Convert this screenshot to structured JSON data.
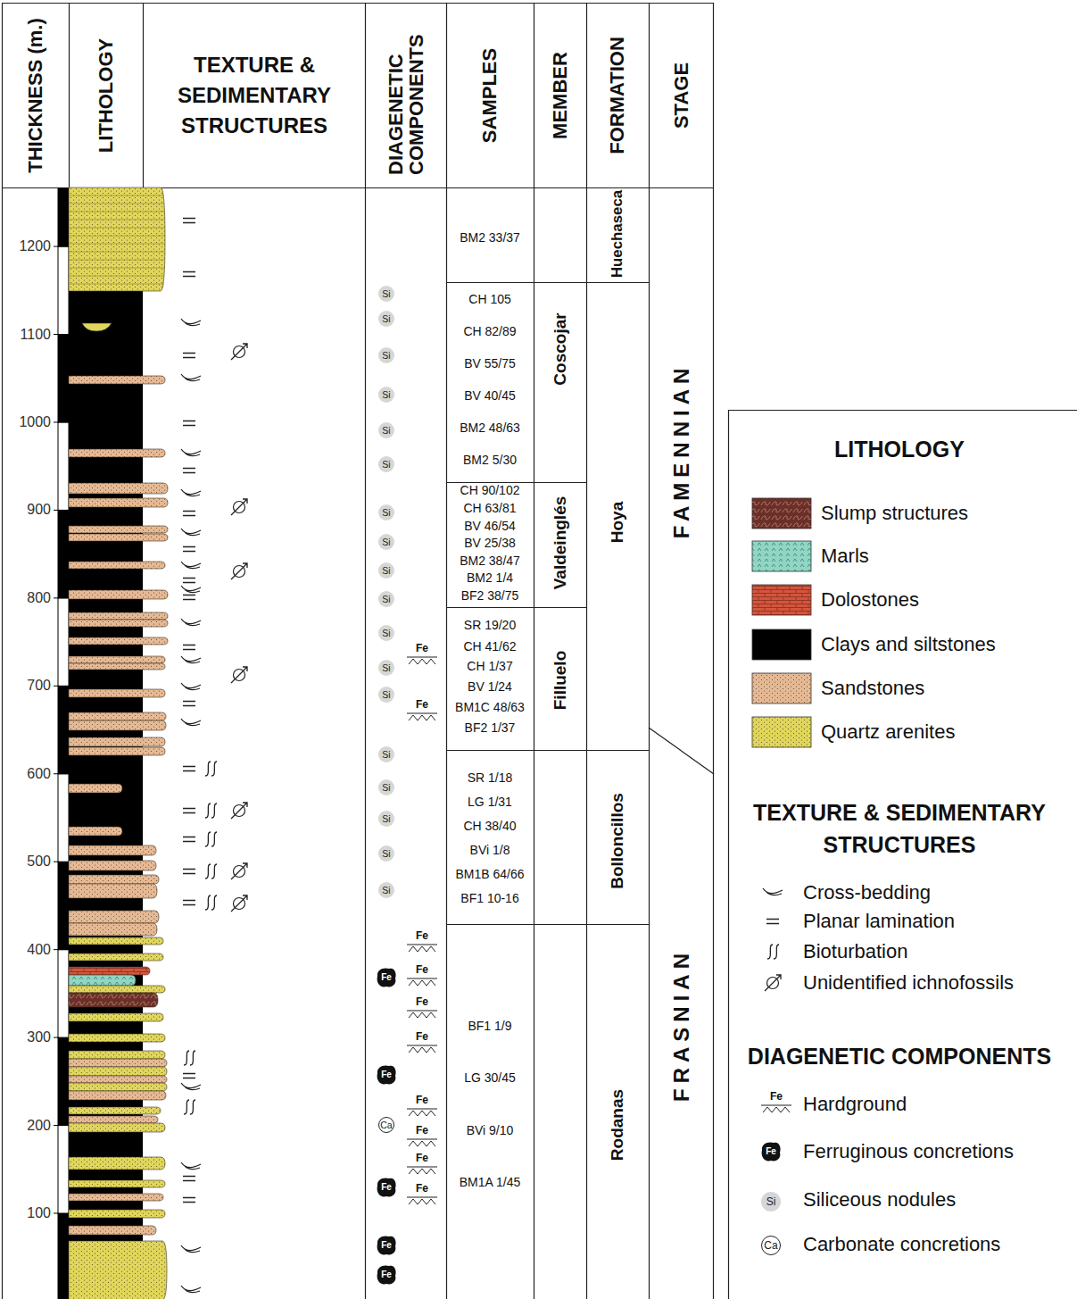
{
  "diagram": {
    "nodes": [
      {
        "text": [
          "THICKNESS (m.)"
        ]
      },
      {
        "text": [
          "LITHOLOGY"
        ]
      },
      {
        "text": [
          "TEXTURE & SEDIMENTARY STRUCTURES"
        ]
      },
      {
        "text": [
          "DIAGENETIC COMPONENTS"
        ]
      },
      {
        "text": [
          "SAMPLES"
        ]
      },
      {
        "text": [
          "MEMBER"
        ]
      },
      {
        "text": [
          "FORMATION"
        ]
      },
      {
        "text": [
          "STAGE"
        ]
      },
      {
        "text": [
          "BM2 33/37"
        ]
      },
      {
        "text": [
          "CH 105",
          "CH 82/89",
          "BV 55/75",
          "BV 40/45",
          "BM2 48/63",
          "BM2 5/30"
        ]
      },
      {
        "text": [
          "CH 90/102",
          "CH 63/81",
          "BV 46/54",
          "BV 25/38",
          "BM2 38/47",
          "BM2 1/4",
          "BF2 38/75"
        ]
      },
      {
        "text": [
          "SR 19/20",
          "CH 41/62",
          "CH 1/37",
          "BV 1/24",
          "BM1C 48/63",
          "BF2 1/37"
        ]
      },
      {
        "text": [
          "SR 1/18",
          "LG 1/31",
          "CH 38/40",
          "BVi 1/8",
          "BM1B 64/66",
          "BF1 10-16"
        ]
      },
      {
        "text": [
          "BF1 1/9",
          "LG 30/45",
          "BVi 9/10",
          "BM1A 1/45"
        ]
      },
      {
        "text": [
          "Coscojar"
        ]
      },
      {
        "text": [
          "Valdeinglés"
        ]
      },
      {
        "text": [
          "Filluelo"
        ]
      },
      {
        "text": [
          "Huechaseca"
        ]
      },
      {
        "text": [
          "Hoya"
        ]
      },
      {
        "text": [
          "Bolloncillos"
        ]
      },
      {
        "text": [
          "Rodanas"
        ]
      },
      {
        "text": [
          "FAMENNIAN"
        ]
      },
      {
        "text": [
          "FRASNIAN"
        ]
      }
    ],
    "labels": [
      "1200",
      "1100",
      "1000",
      "900",
      "800",
      "700",
      "600",
      "500",
      "400",
      "300",
      "200",
      "100",
      "Si",
      "Si",
      "Si",
      "Si",
      "Si",
      "Si",
      "Si",
      "Si",
      "Si",
      "Si",
      "Si",
      "Si",
      "Si",
      "Si",
      "Si",
      "Si",
      "Si",
      "Si",
      "Fe",
      "Fe",
      "Fe",
      "Fe",
      "Fe",
      "Fe",
      "Fe",
      "Fe",
      "Fe",
      "Fe",
      "Fe",
      "Fe",
      "Fe",
      "Fe",
      "Fe",
      "Ca",
      "LITHOLOGY",
      "TEXTURE & SEDIMENTARY STRUCTURES",
      "DIAGENETIC COMPONENTS",
      "Fe",
      "Fe",
      "Si",
      "Ca"
    ],
    "legend": [
      {
        "text": "Slump structures",
        "color": "#6b2f28"
      },
      {
        "text": "Marls",
        "color": "#8fd6c4"
      },
      {
        "text": "Dolostones",
        "color": "#d4553d"
      },
      {
        "text": "Clays and siltstones",
        "color": "#000000"
      },
      {
        "text": "Sandstones",
        "color": "#e6b995"
      },
      {
        "text": "Quartz arenites",
        "color": "#e0d65a"
      },
      {
        "text": "Cross-bedding"
      },
      {
        "text": "Planar lamination"
      },
      {
        "text": "Bioturbation"
      },
      {
        "text": "Unidentified ichnofossils"
      },
      {
        "text": "Hardground"
      },
      {
        "text": "Ferruginous concretions"
      },
      {
        "text": "Siliceous nodules"
      },
      {
        "text": "Carbonate concretions"
      }
    ]
  }
}
